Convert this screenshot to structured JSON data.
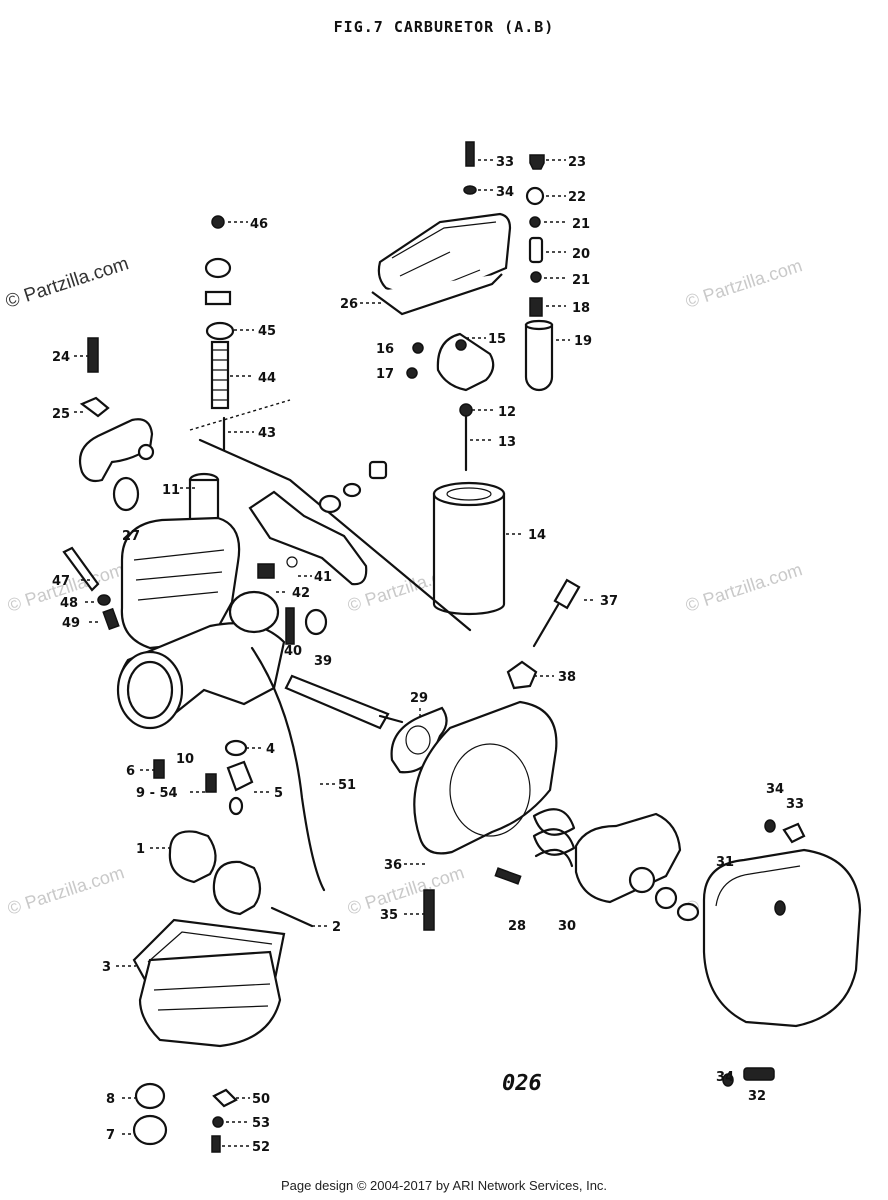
{
  "title": "FIG.7  CARBURETOR (A.B)",
  "figure_code": "026",
  "footer": "Page design © 2004-2017 by ARI Network Services, Inc.",
  "watermark": "© Partzilla.com",
  "callouts": {
    "c1": "1",
    "c2": "2",
    "c3": "3",
    "c4": "4",
    "c5": "5",
    "c6": "6",
    "c7": "7",
    "c8": "8",
    "c9_54": "9 - 54",
    "c10": "10",
    "c11": "11",
    "c12": "12",
    "c13": "13",
    "c14": "14",
    "c15": "15",
    "c16": "16",
    "c17": "17",
    "c18": "18",
    "c19": "19",
    "c20": "20",
    "c21a": "21",
    "c21b": "21",
    "c22": "22",
    "c23": "23",
    "c24": "24",
    "c25": "25",
    "c26": "26",
    "c27": "27",
    "c28": "28",
    "c29": "29",
    "c30": "30",
    "c31": "31",
    "c32": "32",
    "c33a": "33",
    "c33b": "33",
    "c34a": "34",
    "c34b": "34",
    "c34c": "34",
    "c35": "35",
    "c36": "36",
    "c37": "37",
    "c38": "38",
    "c39": "39",
    "c40": "40",
    "c41": "41",
    "c42": "42",
    "c43": "43",
    "c44": "44",
    "c45": "45",
    "c46": "46",
    "c47": "47",
    "c48": "48",
    "c49": "49",
    "c50": "50",
    "c51": "51",
    "c52": "52",
    "c53": "53"
  }
}
